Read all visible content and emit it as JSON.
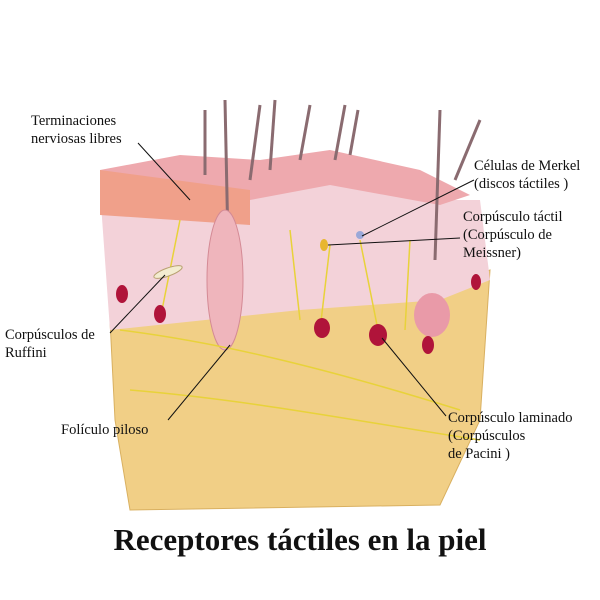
{
  "title": "Receptores táctiles en la piel",
  "labels": {
    "free_nerve_endings": [
      "Terminaciones",
      "nerviosas libres"
    ],
    "merkel": [
      "Células de Merkel",
      "(discos táctiles )"
    ],
    "meissner": [
      "Corpúsculo táctil",
      "(Corpúsculo de",
      " Meissner)"
    ],
    "ruffini": [
      "Corpúsculos de",
      "Ruffini"
    ],
    "hair_follicle": [
      "Folículo piloso"
    ],
    "pacini": [
      "Corpúsculo laminado",
      "(Corpúsculos",
      "de Pacini )"
    ]
  },
  "colors": {
    "epidermis": "#f2b8b8",
    "dermis": "#f3cfd6",
    "hypodermis": "#f1cf86",
    "nerve": "#e8d23a",
    "receptor": "#b0143a"
  }
}
